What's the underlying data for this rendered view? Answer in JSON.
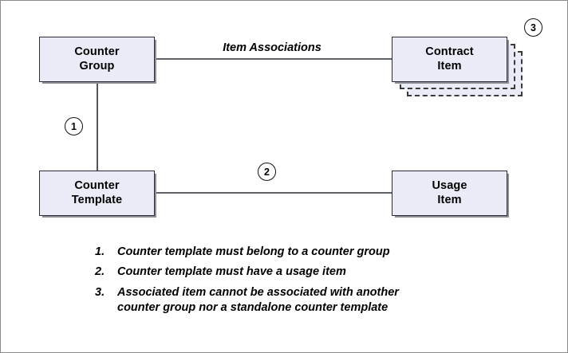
{
  "diagram": {
    "title": "Counter Group Entity Relationship Diagram",
    "colors": {
      "box_fill": "#e9ecf7",
      "box_border": "#2b2b3a",
      "box_shadow": "#8f8f93",
      "line": "#2b2b3a",
      "ghost_border": "#3a3a3a",
      "frame": "#8a8a8a",
      "text": "#000000"
    },
    "nodes": [
      {
        "id": "counter-group",
        "line1": "Counter",
        "line2": "Group"
      },
      {
        "id": "contract-item",
        "line1": "Contract",
        "line2": "Item"
      },
      {
        "id": "counter-template",
        "line1": "Counter",
        "line2": "Template"
      },
      {
        "id": "usage-item",
        "line1": "Usage",
        "line2": "Item"
      }
    ],
    "edge_label": {
      "line1": "Item",
      "line2": "Associations"
    },
    "markers": [
      {
        "id": "marker-1",
        "label": "1"
      },
      {
        "id": "marker-2",
        "label": "2"
      },
      {
        "id": "marker-3",
        "label": "3"
      }
    ],
    "legend": [
      {
        "number": "1.",
        "text": "Counter template must belong to a counter group",
        "continuation": ""
      },
      {
        "number": "2.",
        "text": "Counter template must have a usage item",
        "continuation": ""
      },
      {
        "number": "3.",
        "text": "Associated item cannot be associated with another",
        "continuation": "counter group nor a standalone counter template"
      }
    ]
  }
}
